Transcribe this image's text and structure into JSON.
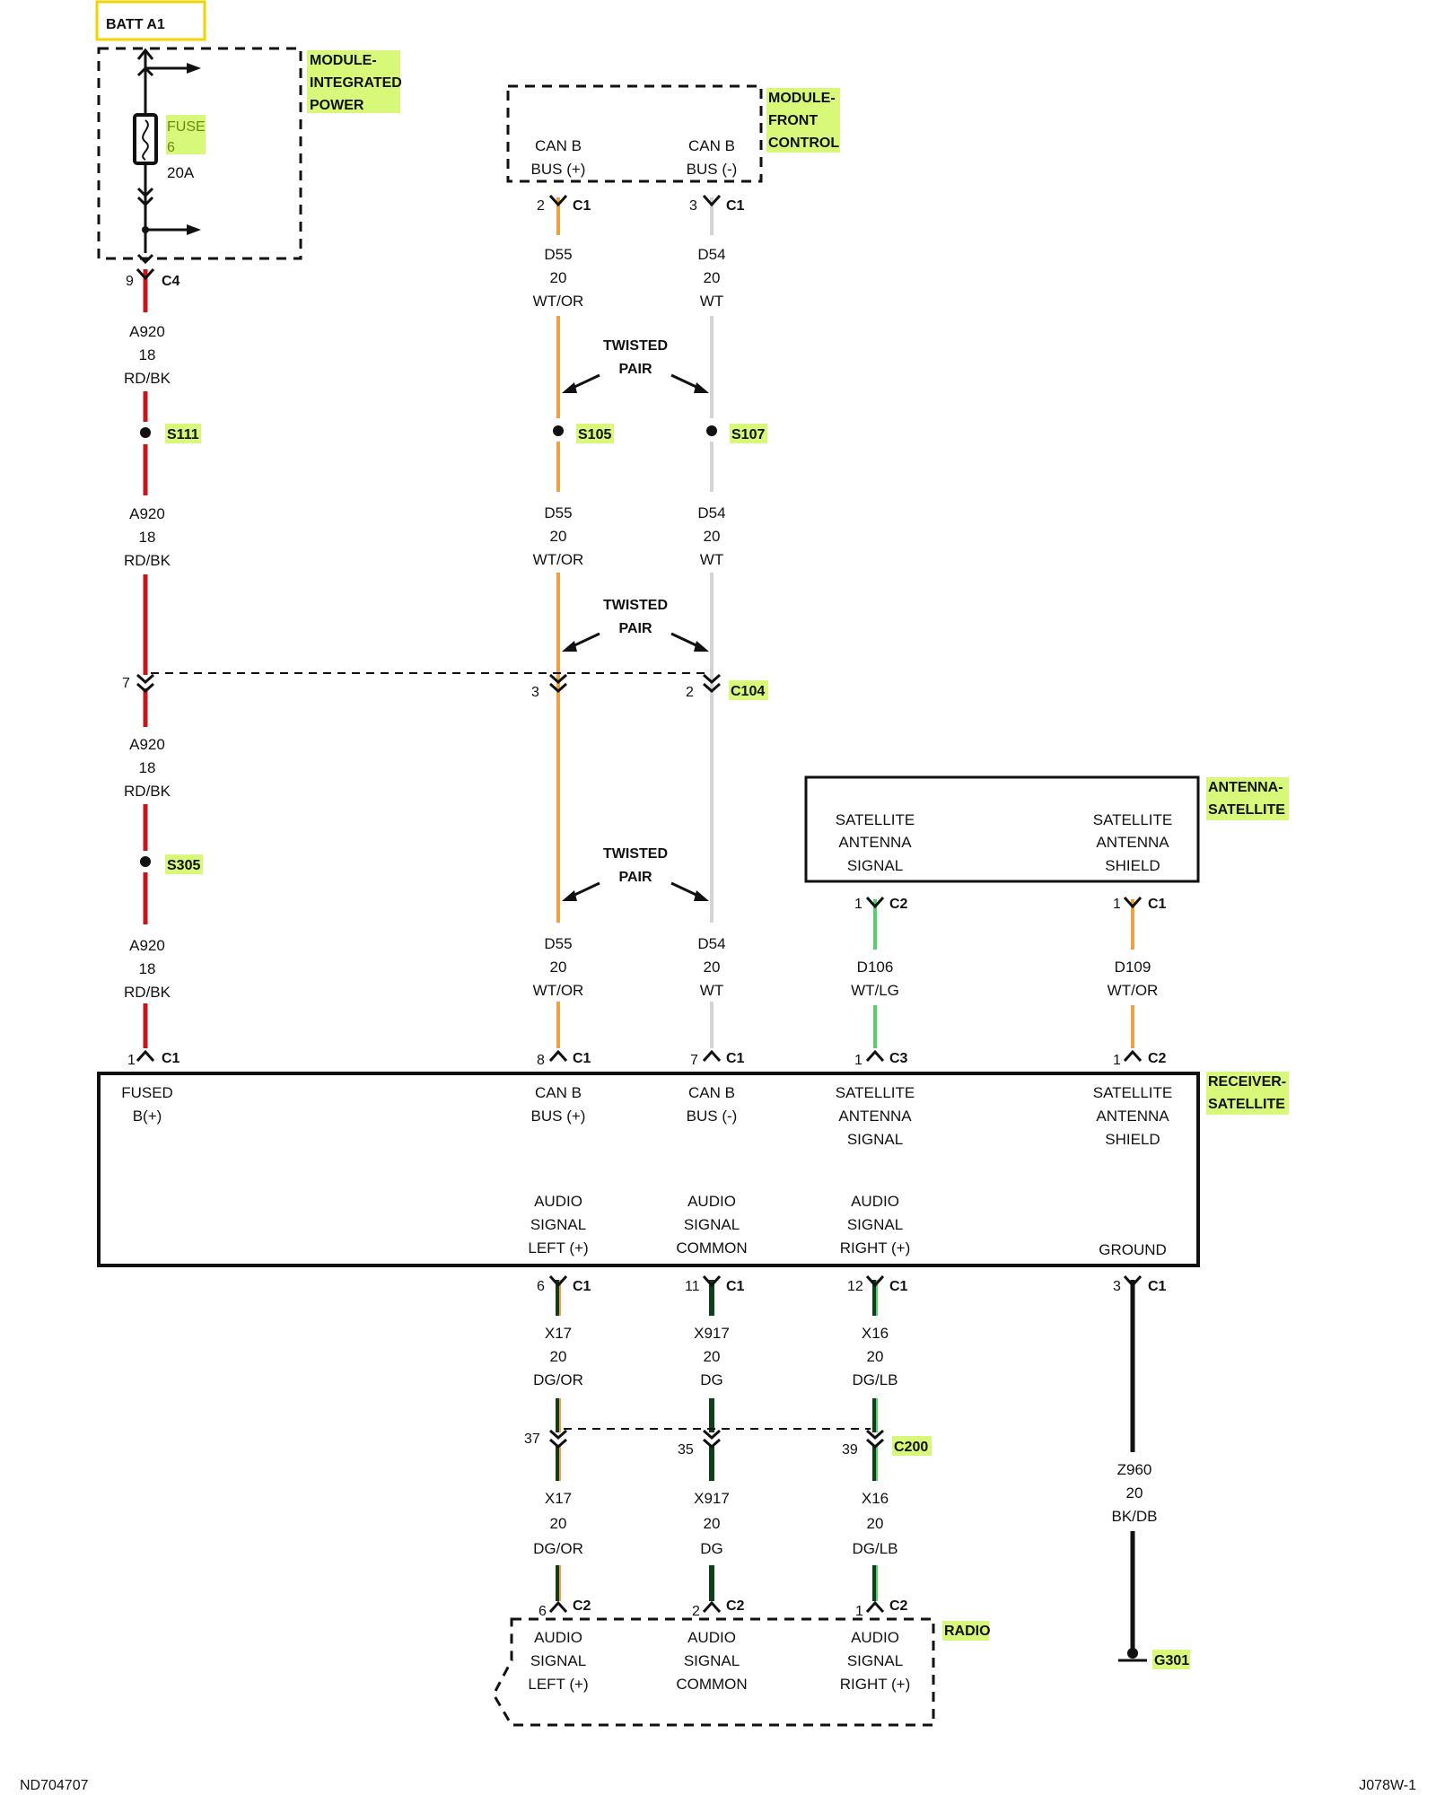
{
  "batt": {
    "label": "BATT A1"
  },
  "modules": {
    "power": [
      "MODULE-",
      "INTEGRATED",
      "POWER"
    ],
    "front": [
      "MODULE-",
      "FRONT",
      "CONTROL"
    ],
    "antenna": [
      "ANTENNA-",
      "SATELLITE"
    ],
    "receiver": [
      "RECEIVER-",
      "SATELLITE"
    ],
    "radio": [
      "RADIO"
    ]
  },
  "fuse": {
    "label": "FUSE",
    "number": "6",
    "rating": "20A"
  },
  "front_module": {
    "pin_left": [
      "CAN B",
      "BUS (+)"
    ],
    "pin_right": [
      "CAN B",
      "BUS (-)"
    ]
  },
  "antenna_module": {
    "pin_left": [
      "SATELLITE",
      "ANTENNA",
      "SIGNAL"
    ],
    "pin_right": [
      "SATELLITE",
      "ANTENNA",
      "SHIELD"
    ]
  },
  "receiver_module": {
    "top_pins": [
      [
        "FUSED",
        "B(+)"
      ],
      [
        "CAN B",
        "BUS (+)"
      ],
      [
        "CAN B",
        "BUS (-)"
      ],
      [
        "SATELLITE",
        "ANTENNA",
        "SIGNAL"
      ],
      [
        "SATELLITE",
        "ANTENNA",
        "SHIELD"
      ]
    ],
    "bottom_pins": [
      [
        "AUDIO",
        "SIGNAL",
        "LEFT (+)"
      ],
      [
        "AUDIO",
        "SIGNAL",
        "COMMON"
      ],
      [
        "AUDIO",
        "SIGNAL",
        "RIGHT (+)"
      ],
      [
        "GROUND"
      ]
    ]
  },
  "radio_module": {
    "pins": [
      [
        "AUDIO",
        "SIGNAL",
        "LEFT (+)"
      ],
      [
        "AUDIO",
        "SIGNAL",
        "COMMON"
      ],
      [
        "AUDIO",
        "SIGNAL",
        "RIGHT (+)"
      ]
    ]
  },
  "wires": {
    "a920": [
      "A920",
      "18",
      "RD/BK"
    ],
    "d55": [
      "D55",
      "20",
      "WT/OR"
    ],
    "d54": [
      "D54",
      "20",
      "WT"
    ],
    "d106": [
      "D106",
      "WT/LG"
    ],
    "d109": [
      "D109",
      "WT/OR"
    ],
    "x17": [
      "X17",
      "20",
      "DG/OR"
    ],
    "x917": [
      "X917",
      "20",
      "DG"
    ],
    "x16": [
      "X16",
      "20",
      "DG/LB"
    ],
    "z960": [
      "Z960",
      "20",
      "BK/DB"
    ]
  },
  "twisted_pair": [
    "TWISTED",
    "PAIR"
  ],
  "splices": {
    "s111": "S111",
    "s105": "S105",
    "s107": "S107",
    "s305": "S305",
    "g301": "G301"
  },
  "connectors": {
    "c4": "C4",
    "c1": "C1",
    "c2": "C2",
    "c3": "C3",
    "c104": "C104",
    "c200": "C200"
  },
  "pins": {
    "p9": "9",
    "p2": "2",
    "p3": "3",
    "p7": "7",
    "p1": "1",
    "p8": "8",
    "p6": "6",
    "p11": "11",
    "p12": "12",
    "p37": "37",
    "p35": "35",
    "p39": "39"
  },
  "footer": {
    "left": "ND704707",
    "right": "J078W-1"
  },
  "colors": {
    "red": "#c8161a",
    "orange": "#f0a040",
    "white": "#d4d4d4",
    "green": "#52d16a",
    "dark_green": "#0f3f1a",
    "black": "#111111",
    "highlight": "#d8f87a"
  }
}
